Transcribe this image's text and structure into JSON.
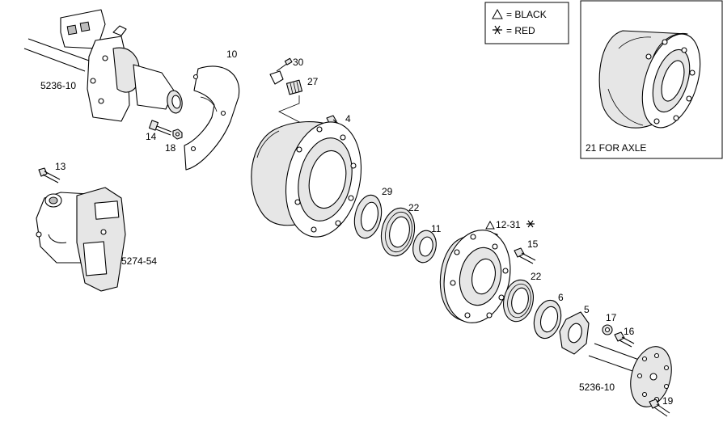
{
  "legend": {
    "black": "= BLACK",
    "red": "= RED"
  },
  "inset": {
    "caption": "21 FOR AXLE"
  },
  "callouts": [
    {
      "id": "c-5236-10-top",
      "text": "5236-10"
    },
    {
      "id": "c-10",
      "text": "10"
    },
    {
      "id": "c-30",
      "text": "30"
    },
    {
      "id": "c-27",
      "text": "27"
    },
    {
      "id": "c-4",
      "text": "4"
    },
    {
      "id": "c-14",
      "text": "14"
    },
    {
      "id": "c-18",
      "text": "18"
    },
    {
      "id": "c-13",
      "text": "13"
    },
    {
      "id": "c-5274-54",
      "text": "5274-54"
    },
    {
      "id": "c-29",
      "text": "29"
    },
    {
      "id": "c-22a",
      "text": "22"
    },
    {
      "id": "c-11",
      "text": "11"
    },
    {
      "id": "c-12-31",
      "text": "12-31"
    },
    {
      "id": "c-15",
      "text": "15"
    },
    {
      "id": "c-22b",
      "text": "22"
    },
    {
      "id": "c-6",
      "text": "6"
    },
    {
      "id": "c-5",
      "text": "5"
    },
    {
      "id": "c-17",
      "text": "17"
    },
    {
      "id": "c-16",
      "text": "16"
    },
    {
      "id": "c-5236-10-bottom",
      "text": "5236-10"
    },
    {
      "id": "c-19",
      "text": "19"
    }
  ]
}
